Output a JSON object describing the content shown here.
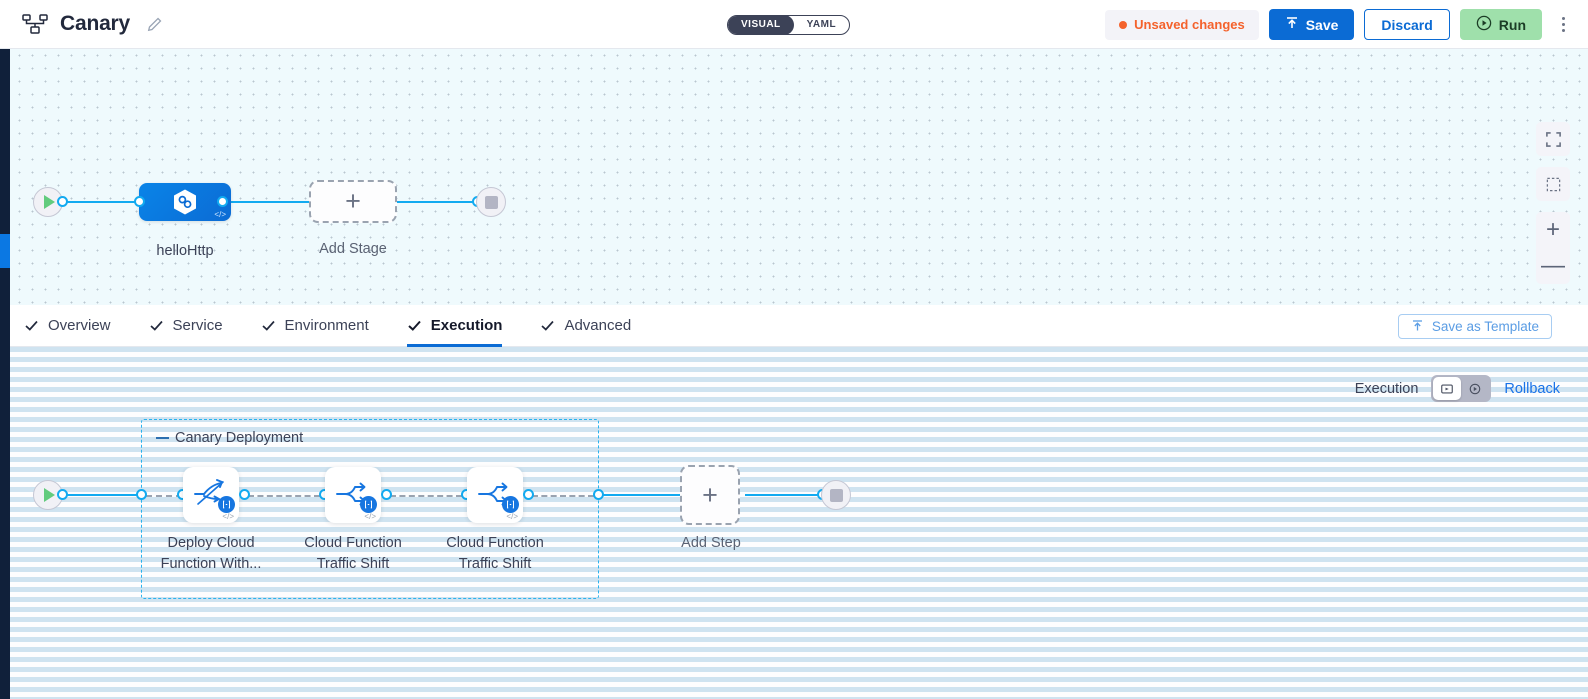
{
  "header": {
    "icon": "pipeline-graph-icon",
    "title": "Canary",
    "edit_icon": "pencil-icon",
    "toggle": {
      "visual": "VISUAL",
      "yaml": "YAML",
      "selected": "VISUAL"
    },
    "unsaved_label": "Unsaved changes",
    "save_label": "Save",
    "discard_label": "Discard",
    "run_label": "Run",
    "more_icon": "kebab-menu-icon",
    "accent_blue": "#0b6bd4",
    "accent_orange": "#f4622c",
    "run_green": "#9fe0ab"
  },
  "stage_canvas": {
    "start_node": "start-icon",
    "end_node": "stop-icon",
    "stage": {
      "label": "helloHttp",
      "icon": "cloud-function-hex-icon",
      "code_badge": "</>"
    },
    "add_stage": {
      "label": "Add Stage",
      "glyph": "+"
    },
    "zoom_controls": {
      "fit_screen": "fit-screen-icon",
      "select_area": "select-area-icon",
      "zoom_in": "+",
      "zoom_out": "—"
    }
  },
  "tabs": [
    {
      "label": "Overview",
      "checked": true,
      "active": false
    },
    {
      "label": "Service",
      "checked": true,
      "active": false
    },
    {
      "label": "Environment",
      "checked": true,
      "active": false
    },
    {
      "label": "Execution",
      "checked": true,
      "active": true
    },
    {
      "label": "Advanced",
      "checked": true,
      "active": false
    }
  ],
  "save_template": {
    "label": "Save as Template",
    "icon": "template-upload-icon"
  },
  "execution_controls": {
    "label": "Execution",
    "mode_icons": [
      {
        "name": "execution-view-icon",
        "selected": true
      },
      {
        "name": "rollback-view-icon",
        "selected": false
      }
    ],
    "rollback_label": "Rollback"
  },
  "execution_canvas": {
    "start_node": "start-icon",
    "end_node": "stop-icon",
    "group": {
      "title": "Canary Deployment",
      "steps": [
        {
          "label": "Deploy Cloud\nFunction With...",
          "line1": "Deploy Cloud",
          "line2": "Function With...",
          "icon": "deploy-function-icon",
          "badge": "condition-badge",
          "code_badge": "</>"
        },
        {
          "label": "Cloud Function\nTraffic Shift",
          "line1": "Cloud Function",
          "line2": "Traffic Shift",
          "icon": "traffic-shift-icon",
          "badge": "condition-badge",
          "code_badge": "</>"
        },
        {
          "label": "Cloud Function\nTraffic Shift",
          "line1": "Cloud Function",
          "line2": "Traffic Shift",
          "icon": "traffic-shift-icon",
          "badge": "condition-badge",
          "code_badge": "</>"
        }
      ]
    },
    "add_step": {
      "label": "Add Step",
      "glyph": "+"
    }
  }
}
